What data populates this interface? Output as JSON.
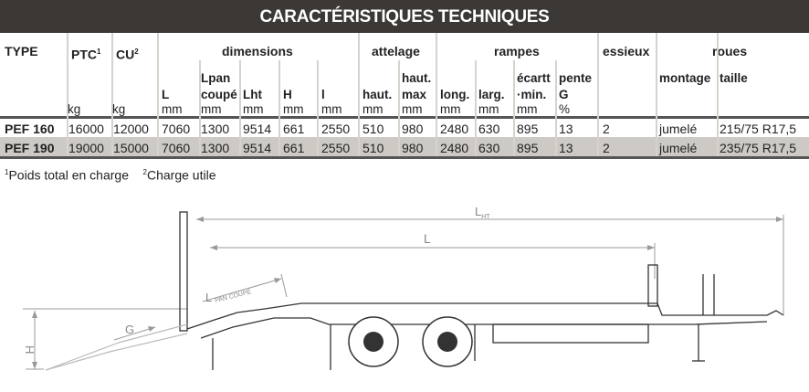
{
  "title": "CARACTÉRISTIQUES TECHNIQUES",
  "groups": {
    "type": "TYPE",
    "ptc": "PTC",
    "ptc_sup": "1",
    "cu": "CU",
    "cu_sup": "2",
    "dimensions": "dimensions",
    "attelage": "attelage",
    "rampes": "rampes",
    "essieux": "essieux",
    "roues": "roues"
  },
  "subheaders": [
    {
      "l1": "",
      "l2": "",
      "l3": "",
      "unit": "kg"
    },
    {
      "l1": "",
      "l2": "",
      "l3": "",
      "unit": "kg"
    },
    {
      "l1": "",
      "l2": "",
      "l3": "L",
      "unit": "mm"
    },
    {
      "l1": "",
      "l2": "Lpan",
      "l3": "coupé",
      "unit": "mm"
    },
    {
      "l1": "",
      "l2": "",
      "l3": "Lht",
      "unit": "mm"
    },
    {
      "l1": "",
      "l2": "",
      "l3": "H",
      "unit": "mm"
    },
    {
      "l1": "",
      "l2": "",
      "l3": "l",
      "unit": "mm"
    },
    {
      "l1": "",
      "l2": "",
      "l3": "haut.",
      "unit": "mm"
    },
    {
      "l1": "",
      "l2": "haut.",
      "l3": "max",
      "unit": "mm"
    },
    {
      "l1": "",
      "l2": "",
      "l3": "long.",
      "unit": "mm"
    },
    {
      "l1": "",
      "l2": "",
      "l3": "larg.",
      "unit": "mm"
    },
    {
      "l1": "",
      "l2": "écartt",
      "l3": "·min.",
      "unit": "mm"
    },
    {
      "l1": "",
      "l2": "pente",
      "l3": "G",
      "unit": "%"
    },
    {
      "l1": "",
      "l2": "",
      "l3": "",
      "unit": ""
    },
    {
      "l1": "",
      "l2": "montage",
      "l3": "",
      "unit": ""
    },
    {
      "l1": "",
      "l2": "taille",
      "l3": "",
      "unit": ""
    }
  ],
  "rows": [
    [
      "PEF 160",
      "16000",
      "12000",
      "7060",
      "1300",
      "9514",
      "661",
      "2550",
      "510",
      "980",
      "2480",
      "630",
      "895",
      "13",
      "2",
      "jumelé",
      "215/75 R17,5"
    ],
    [
      "PEF 190",
      "19000",
      "15000",
      "7060",
      "1300",
      "9514",
      "661",
      "2550",
      "510",
      "980",
      "2480",
      "630",
      "895",
      "13",
      "2",
      "jumelé",
      "235/75 R17,5"
    ]
  ],
  "footnotes": {
    "n1": "1",
    "f1": "Poids total en charge",
    "n2": "2",
    "f2": "Charge utile"
  },
  "diagram": {
    "lht": "L",
    "lht_sub": "HT",
    "l": "L",
    "lpan": "L",
    "lpan_sub": "PAN COUPÉ",
    "g": "G",
    "h": "H"
  }
}
